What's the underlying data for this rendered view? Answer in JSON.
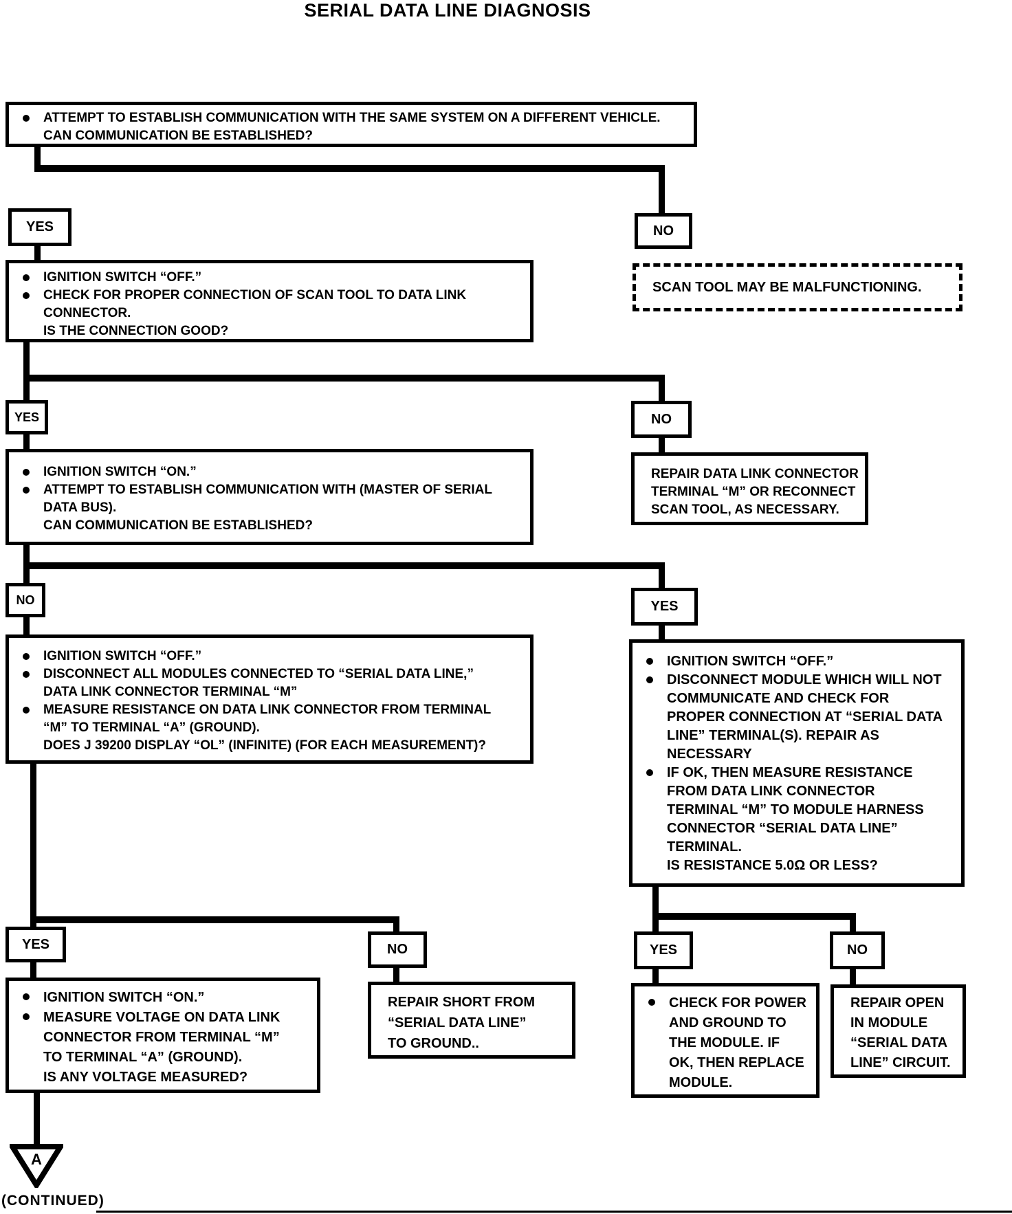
{
  "title": "SERIAL DATA LINE DIAGNOSIS",
  "tags": {
    "yes": "YES",
    "no": "NO"
  },
  "footer": {
    "connector_letter": "A",
    "continued": "(CONTINUED)"
  },
  "colors": {
    "ink": "#000000",
    "paper": "#ffffff"
  },
  "boxes": {
    "start": {
      "lines": [
        {
          "b": 1,
          "t": "ATTEMPT TO ESTABLISH COMMUNICATION WITH THE SAME SYSTEM ON A DIFFERENT VEHICLE."
        },
        {
          "b": 0,
          "t": "CAN COMMUNICATION BE ESTABLISHED?"
        }
      ]
    },
    "scan_tool": {
      "text": "SCAN TOOL MAY BE MALFUNCTIONING."
    },
    "check_connection": {
      "lines": [
        {
          "b": 1,
          "t": "IGNITION SWITCH “OFF.”"
        },
        {
          "b": 1,
          "t": "CHECK FOR PROPER CONNECTION OF SCAN TOOL TO DATA LINK"
        },
        {
          "b": 0,
          "t": "CONNECTOR."
        },
        {
          "b": 0,
          "t": "IS THE CONNECTION GOOD?"
        }
      ]
    },
    "repair_dlc": {
      "lines": [
        {
          "b": 0,
          "t": "REPAIR DATA LINK CONNECTOR"
        },
        {
          "b": 0,
          "t": "TERMINAL “M” OR RECONNECT"
        },
        {
          "b": 0,
          "t": "SCAN TOOL, AS NECESSARY."
        }
      ]
    },
    "comm_master": {
      "lines": [
        {
          "b": 1,
          "t": "IGNITION SWITCH “ON.”"
        },
        {
          "b": 1,
          "t": "ATTEMPT TO ESTABLISH COMMUNICATION WITH (MASTER OF SERIAL"
        },
        {
          "b": 0,
          "t": "DATA BUS)."
        },
        {
          "b": 0,
          "t": "CAN COMMUNICATION BE ESTABLISHED?"
        }
      ]
    },
    "disconnect_all": {
      "lines": [
        {
          "b": 1,
          "t": "IGNITION SWITCH “OFF.”"
        },
        {
          "b": 1,
          "t": "DISCONNECT ALL MODULES CONNECTED TO “SERIAL DATA LINE,”"
        },
        {
          "b": 0,
          "t": "DATA LINK CONNECTOR TERMINAL “M”"
        },
        {
          "b": 1,
          "t": "MEASURE RESISTANCE ON DATA LINK CONNECTOR FROM TERMINAL"
        },
        {
          "b": 0,
          "t": "“M” TO TERMINAL “A” (GROUND)."
        },
        {
          "b": 0,
          "t": "DOES J 39200 DISPLAY “OL” (INFINITE) (FOR EACH MEASUREMENT)?"
        }
      ]
    },
    "disconnect_module": {
      "lines": [
        {
          "b": 1,
          "t": "IGNITION SWITCH “OFF.”"
        },
        {
          "b": 1,
          "t": "DISCONNECT MODULE WHICH WILL NOT"
        },
        {
          "b": 0,
          "t": "COMMUNICATE AND CHECK FOR"
        },
        {
          "b": 0,
          "t": "PROPER CONNECTION AT “SERIAL DATA"
        },
        {
          "b": 0,
          "t": "LINE” TERMINAL(S). REPAIR AS"
        },
        {
          "b": 0,
          "t": "NECESSARY"
        },
        {
          "b": 1,
          "t": "IF OK, THEN MEASURE RESISTANCE"
        },
        {
          "b": 0,
          "t": "FROM DATA LINK CONNECTOR"
        },
        {
          "b": 0,
          "t": "TERMINAL “M” TO MODULE HARNESS"
        },
        {
          "b": 0,
          "t": "CONNECTOR “SERIAL DATA LINE”"
        },
        {
          "b": 0,
          "t": "TERMINAL."
        },
        {
          "b": 0,
          "t": "IS RESISTANCE 5.0Ω OR LESS?"
        }
      ]
    },
    "measure_voltage": {
      "lines": [
        {
          "b": 1,
          "t": "IGNITION SWITCH “ON.”"
        },
        {
          "b": 1,
          "t": "MEASURE VOLTAGE ON DATA LINK"
        },
        {
          "b": 0,
          "t": "CONNECTOR FROM TERMINAL “M”"
        },
        {
          "b": 0,
          "t": "TO TERMINAL “A” (GROUND)."
        },
        {
          "b": 0,
          "t": "IS ANY VOLTAGE MEASURED?"
        }
      ]
    },
    "repair_short": {
      "lines": [
        {
          "b": 0,
          "t": "REPAIR SHORT FROM"
        },
        {
          "b": 0,
          "t": "“SERIAL DATA LINE”"
        },
        {
          "b": 0,
          "t": "TO GROUND.."
        }
      ]
    },
    "check_power": {
      "lines": [
        {
          "b": 1,
          "t": "CHECK FOR POWER"
        },
        {
          "b": 0,
          "t": "AND GROUND TO"
        },
        {
          "b": 0,
          "t": "THE MODULE. IF"
        },
        {
          "b": 0,
          "t": "OK, THEN REPLACE"
        },
        {
          "b": 0,
          "t": "MODULE."
        }
      ]
    },
    "repair_open": {
      "lines": [
        {
          "b": 0,
          "t": "REPAIR OPEN"
        },
        {
          "b": 0,
          "t": "IN MODULE"
        },
        {
          "b": 0,
          "t": "“SERIAL DATA"
        },
        {
          "b": 0,
          "t": "LINE” CIRCUIT."
        }
      ]
    }
  }
}
